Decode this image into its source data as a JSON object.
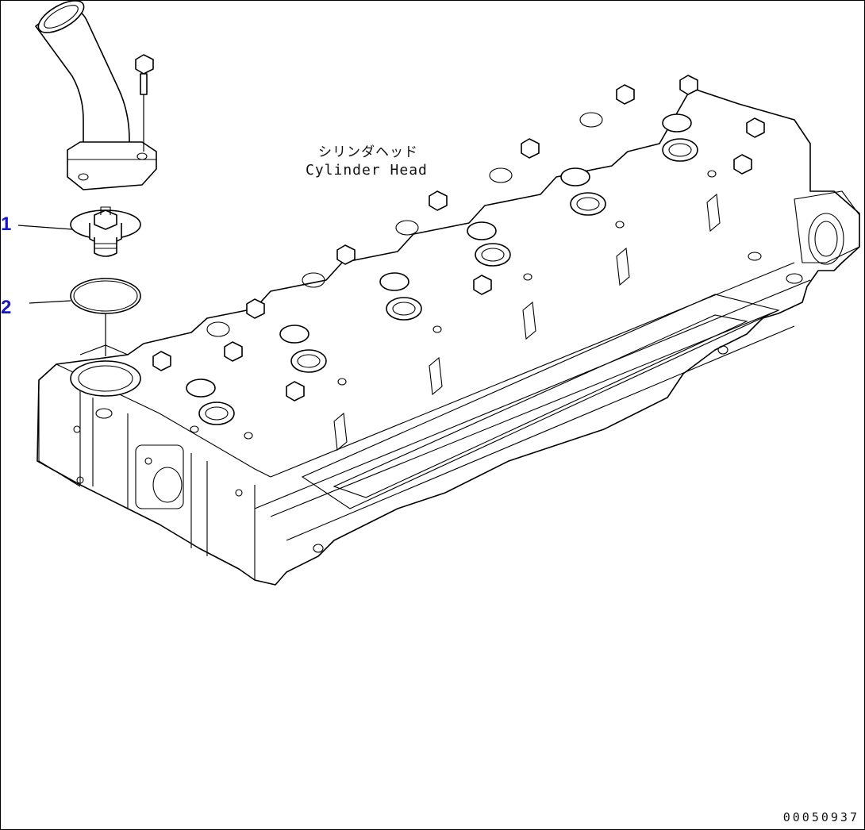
{
  "callouts": [
    {
      "number": "1",
      "part": "thermostat"
    },
    {
      "number": "2",
      "part": "o-ring"
    }
  ],
  "labels": {
    "component_jp": "シリンダヘッド",
    "component_en": "Cylinder Head"
  },
  "drawing_number": "00050937",
  "colors": {
    "callout": "#1515c8",
    "line": "#000000",
    "background": "#ffffff"
  }
}
